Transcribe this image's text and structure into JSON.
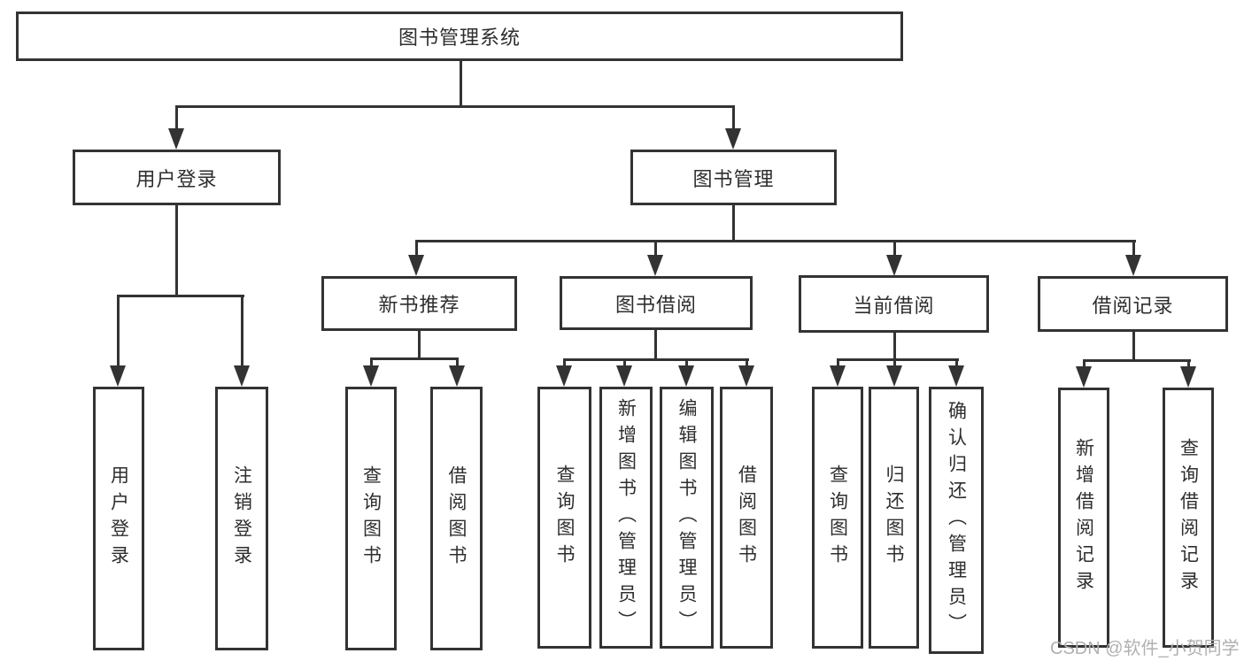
{
  "diagram_title": "图书管理系统",
  "nodes": {
    "root": "图书管理系统",
    "user_login": "用户登录",
    "book_management": "图书管理",
    "new_book_recommend": "新书推荐",
    "book_borrow": "图书借阅",
    "current_borrow": "当前借阅",
    "borrow_records": "借阅记录",
    "leaf_user_login": "用户登录",
    "leaf_logout": "注销登录",
    "leaf_query_books_1": "查询图书",
    "leaf_borrow_books_1": "借阅图书",
    "leaf_query_books_2": "查询图书",
    "leaf_add_books_admin": "新增图书（管理员）",
    "leaf_edit_books_admin": "编辑图书（管理员）",
    "leaf_borrow_books_2": "借阅图书",
    "leaf_query_books_3": "查询图书",
    "leaf_return_books": "归还图书",
    "leaf_confirm_return_admin": "确认归还（管理员）",
    "leaf_add_borrow_record": "新增借阅记录",
    "leaf_query_borrow_record": "查询借阅记录"
  },
  "watermark": "CSDN @软件_小贺同学",
  "colors": {
    "line": "#333333",
    "text": "#2e2e2e",
    "watermark": "#b0b0b0",
    "background": "#ffffff"
  }
}
